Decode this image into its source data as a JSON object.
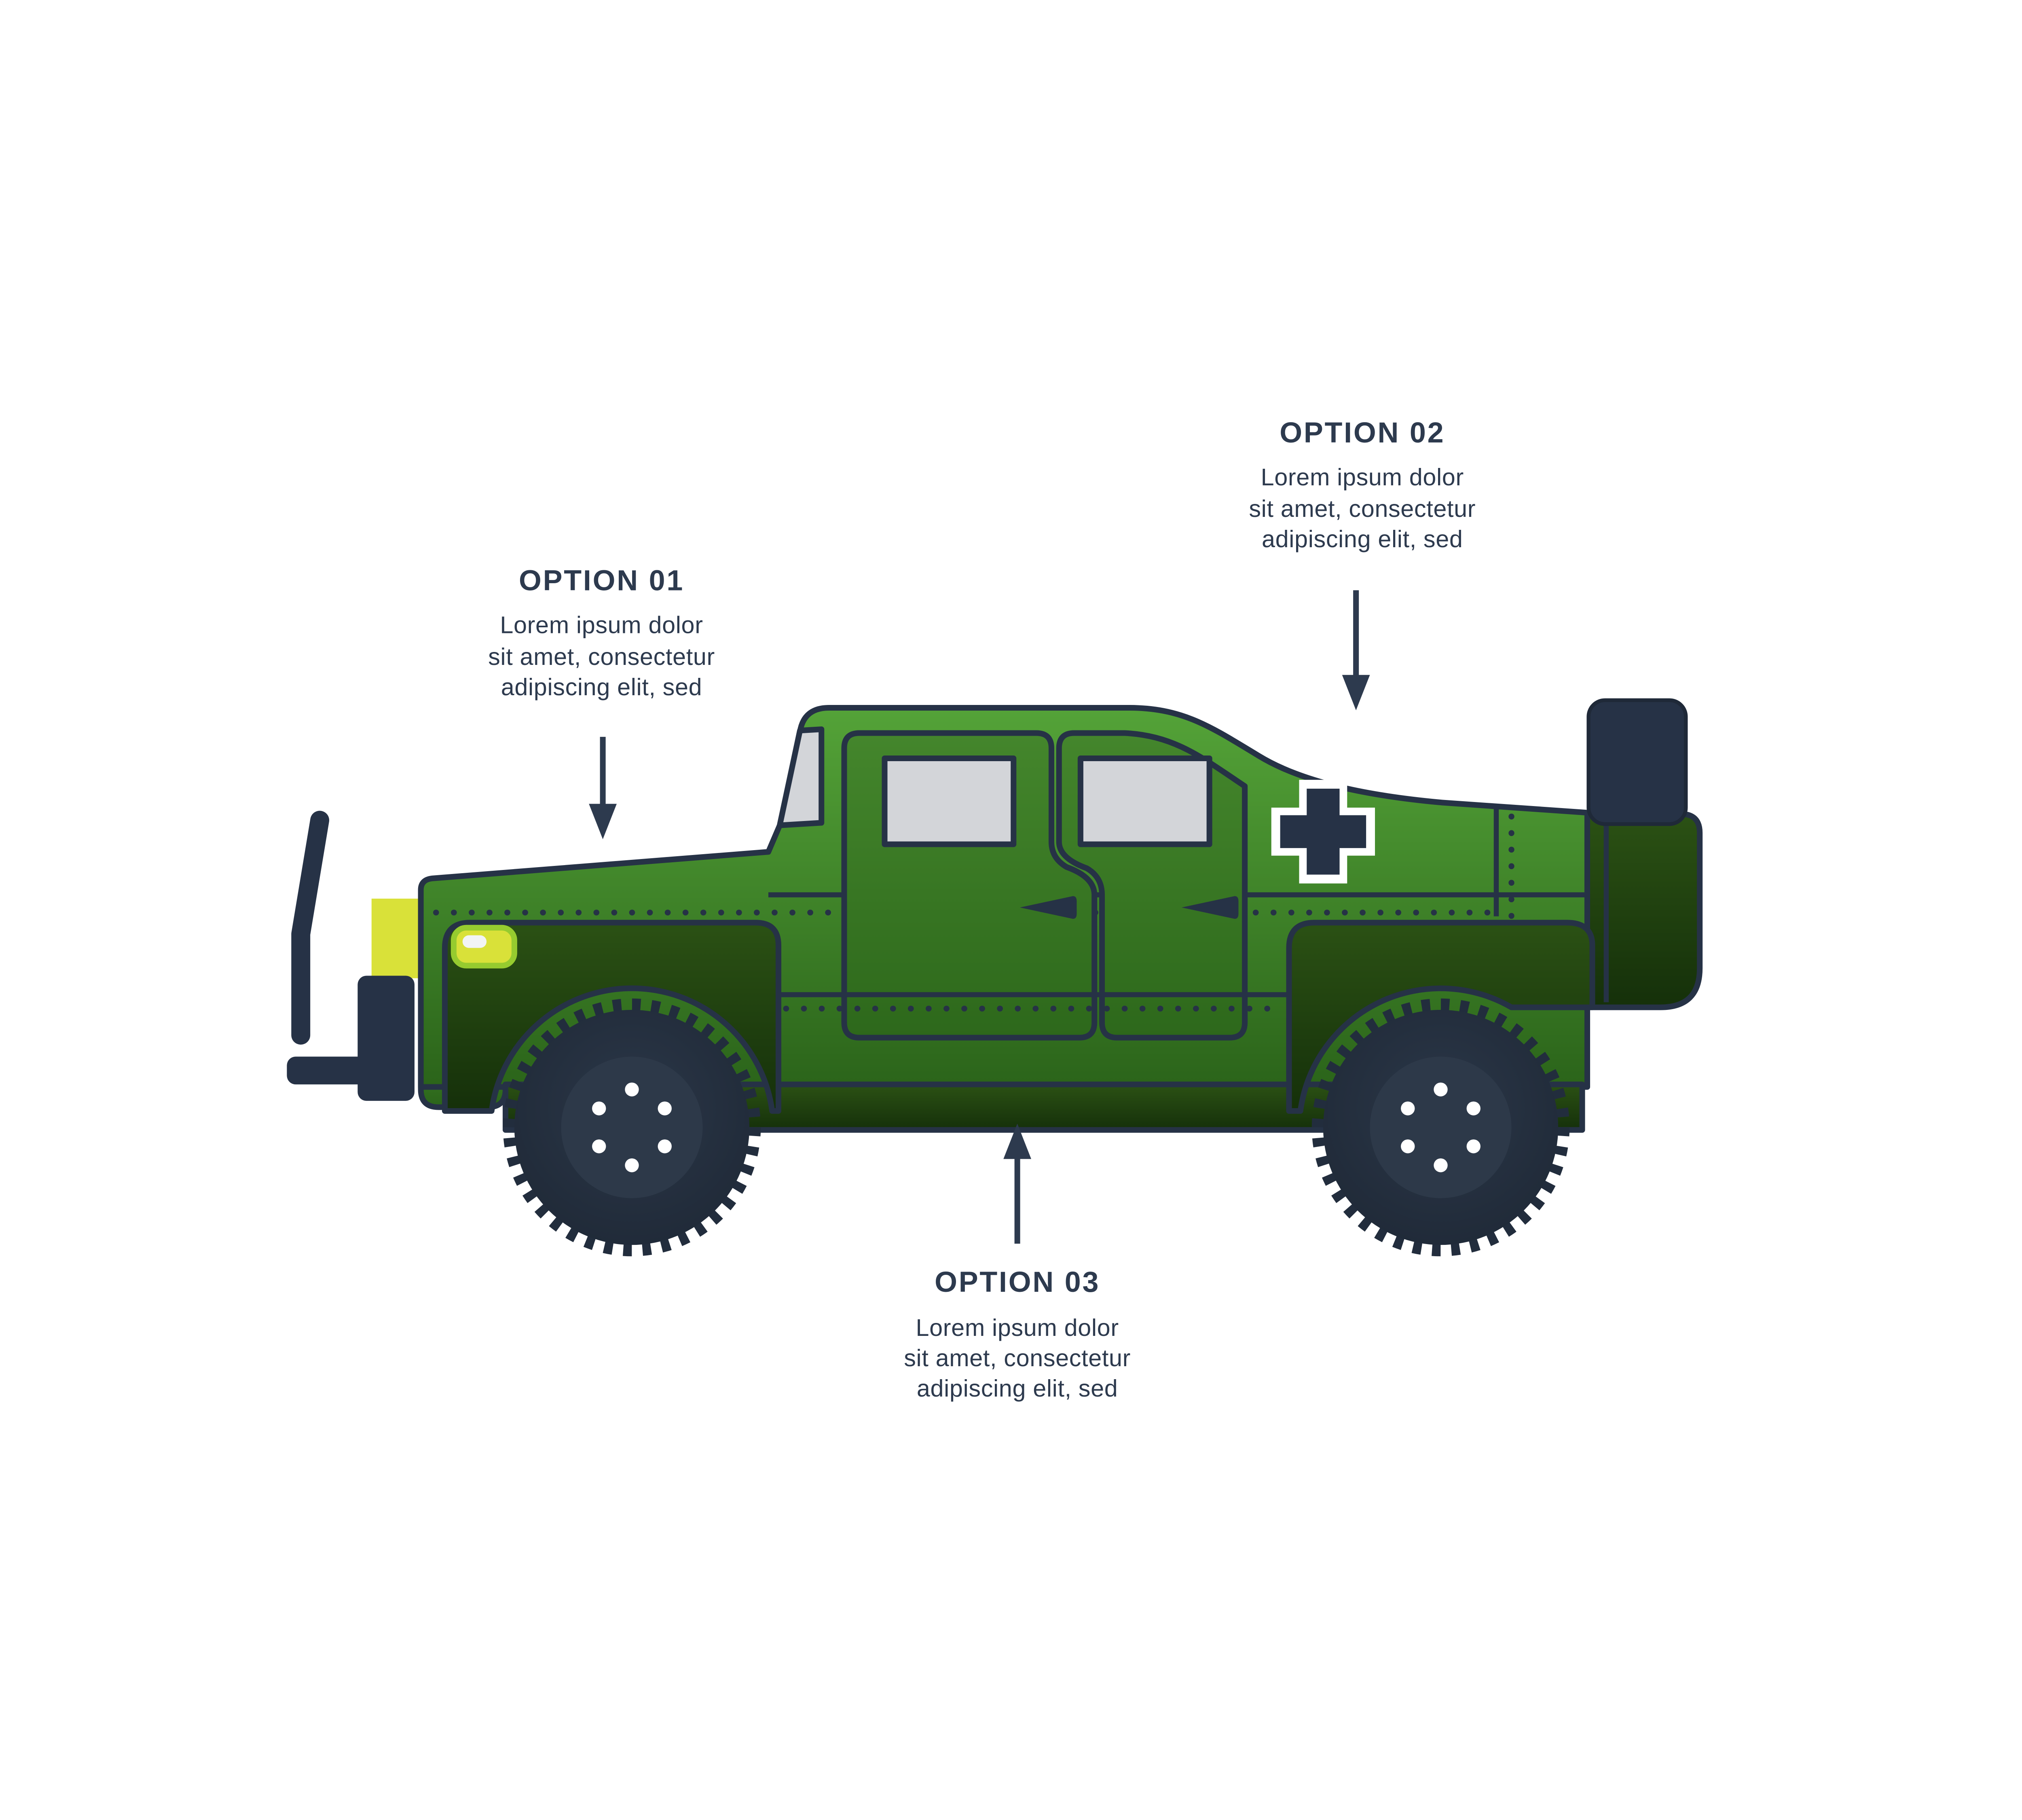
{
  "page": {
    "background": "#ffffff"
  },
  "palette": {
    "outline_navy": "#263246",
    "text_navy": "#2d3a4e",
    "body_green_top": "#54a338",
    "body_green_bottom": "#2b641a",
    "door_green_top": "#44862c",
    "door_green_bottom": "#2d681b",
    "dark_green_top": "#2b5114",
    "dark_green_bottom": "#15300a",
    "window_gray": "#d3d5d9",
    "marker_yellow": "#d9e139",
    "headlight_yellow": "#d9e139",
    "headlight_rim_lime": "#96cb2f",
    "highlight_white": "#f2f4f5",
    "cross_navy": "#263246",
    "cross_border_white": "#ffffff",
    "tire_navy": "#222d3d",
    "hub_navy": "#2d3949",
    "lug_white": "#ffffff"
  },
  "options": [
    {
      "id": "01",
      "title": "OPTION 01",
      "lines": [
        "Lorem ipsum dolor",
        "sit amet, consectetur",
        "adipiscing elit, sed"
      ],
      "arrow": "down"
    },
    {
      "id": "02",
      "title": "OPTION 02",
      "lines": [
        "Lorem ipsum dolor",
        "sit amet, consectetur",
        "adipiscing elit, sed"
      ],
      "arrow": "down"
    },
    {
      "id": "03",
      "title": "OPTION 03",
      "lines": [
        "Lorem ipsum dolor",
        "sit amet, consectetur",
        "adipiscing elit, sed"
      ],
      "arrow": "up"
    }
  ],
  "vehicle": {
    "icon": "military-truck-icon",
    "emblem": "medical-cross-icon",
    "wheel_lug_count": 6
  }
}
